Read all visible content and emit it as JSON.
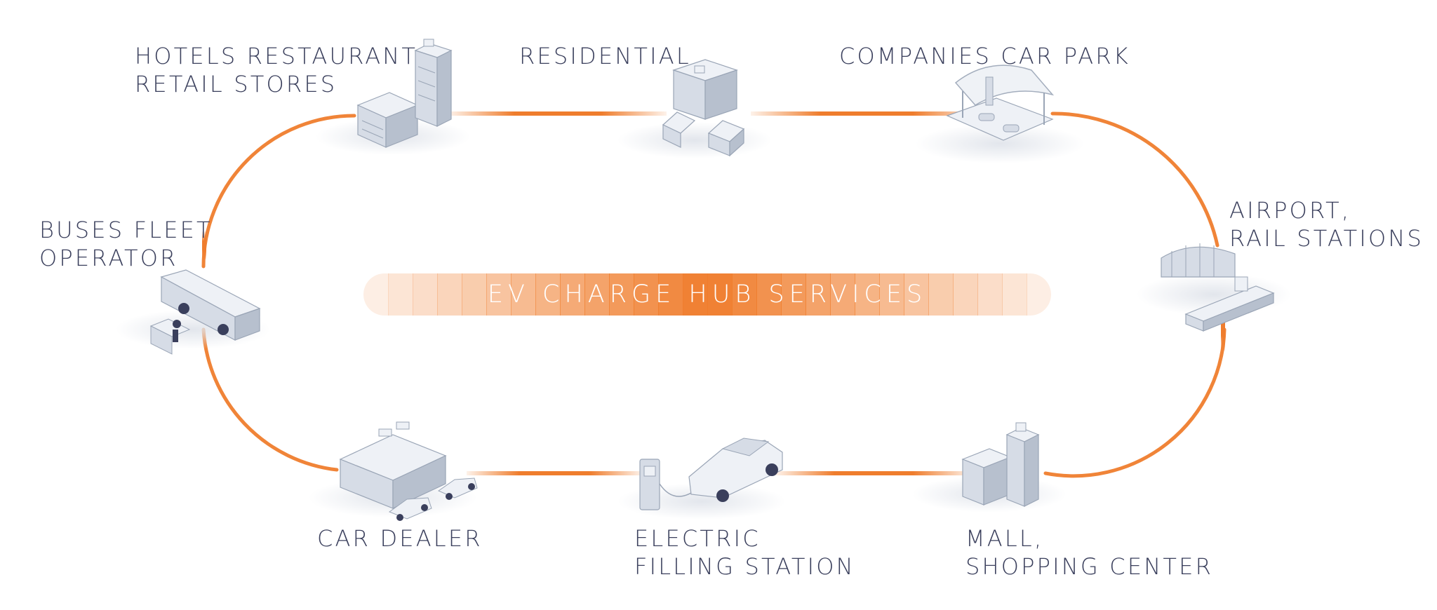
{
  "colors": {
    "accent": "#ef7d2d",
    "text": "#3a3f5c",
    "hub_text": "#ffffff",
    "building_light": "#eef1f6",
    "building_mid": "#d6dce6",
    "building_dark": "#b7c0ce",
    "building_line": "#9aa5b6"
  },
  "hub": {
    "title": "EV CHARGE HUB SERVICES"
  },
  "nodes": {
    "hotels": {
      "line1": "HOTELS RESTAURANT",
      "line2": "RETAIL STORES",
      "icon": "hotel-building-icon"
    },
    "residential": {
      "line1": "RESIDENTIAL",
      "icon": "residential-houses-icon"
    },
    "companies": {
      "line1": "COMPANIES CAR PARK",
      "icon": "car-park-canopy-icon"
    },
    "airport": {
      "line1": "AIRPORT,",
      "line2": "RAIL STATIONS",
      "icon": "airport-terminal-icon"
    },
    "mall": {
      "line1": "MALL,",
      "line2": "SHOPPING CENTER",
      "icon": "mall-building-icon"
    },
    "filling": {
      "line1": "ELECTRIC",
      "line2": "FILLING STATION",
      "icon": "charging-car-icon"
    },
    "dealer": {
      "line1": "CAR DEALER",
      "icon": "car-dealer-icon"
    },
    "buses": {
      "line1": "BUSES FLEET",
      "line2": "OPERATOR",
      "icon": "bus-fleet-icon"
    }
  }
}
